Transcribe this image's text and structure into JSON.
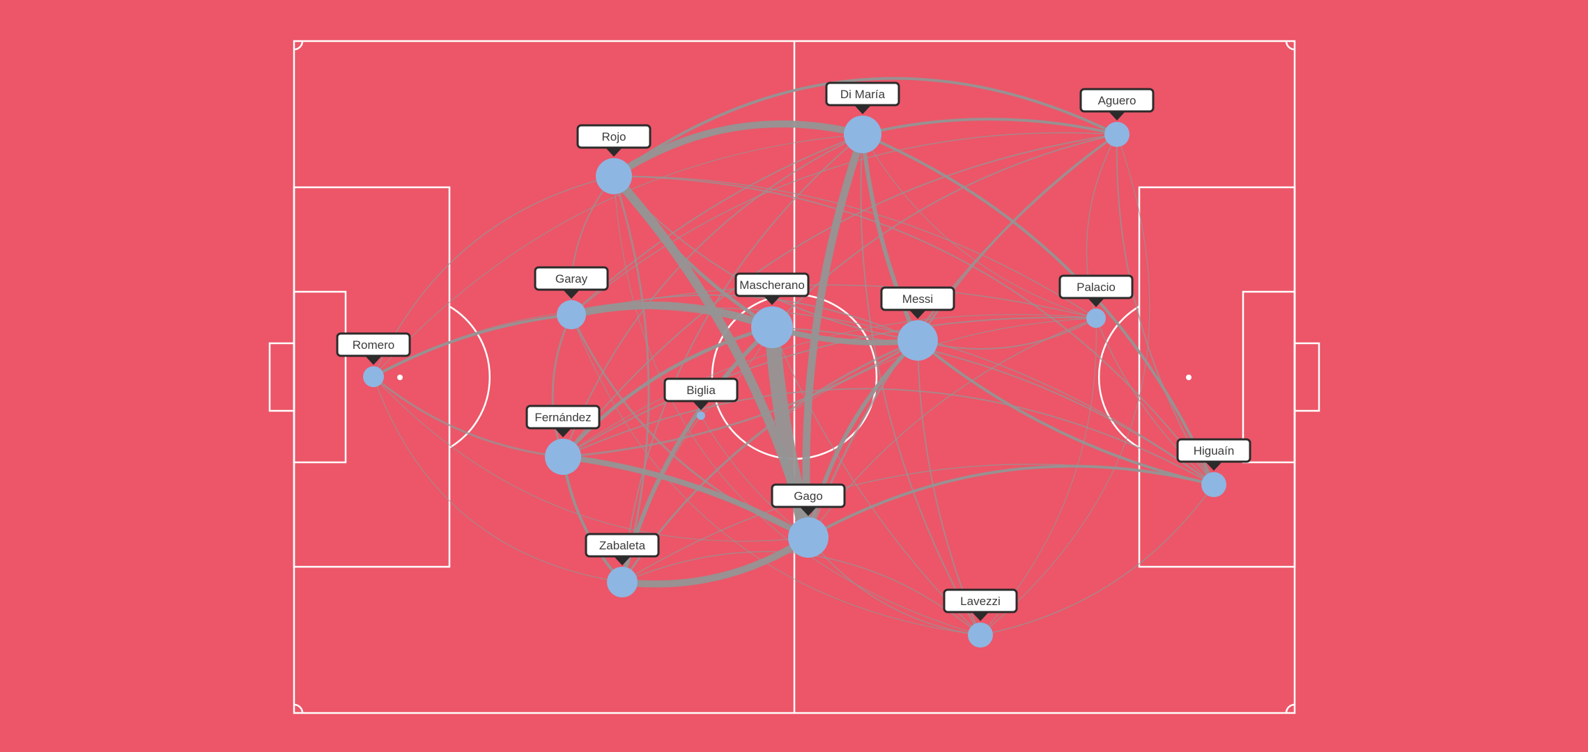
{
  "colors": {
    "background": "#ec5668",
    "pitch_lines": "#ffffff",
    "links": "#959595",
    "nodes": "#8db6e2",
    "label_border": "#2b2b2b"
  },
  "players": [
    {
      "id": "romero",
      "name": "Romero"
    },
    {
      "id": "rojo",
      "name": "Rojo"
    },
    {
      "id": "garay",
      "name": "Garay"
    },
    {
      "id": "fernandez",
      "name": "Fernández"
    },
    {
      "id": "zabaleta",
      "name": "Zabaleta"
    },
    {
      "id": "biglia",
      "name": "Biglia"
    },
    {
      "id": "mascherano",
      "name": "Mascherano"
    },
    {
      "id": "gago",
      "name": "Gago"
    },
    {
      "id": "dimaria",
      "name": "Di María"
    },
    {
      "id": "messi",
      "name": "Messi"
    },
    {
      "id": "aguero",
      "name": "Aguero"
    },
    {
      "id": "palacio",
      "name": "Palacio"
    },
    {
      "id": "lavezzi",
      "name": "Lavezzi"
    },
    {
      "id": "higuain",
      "name": "Higuaín"
    }
  ]
}
